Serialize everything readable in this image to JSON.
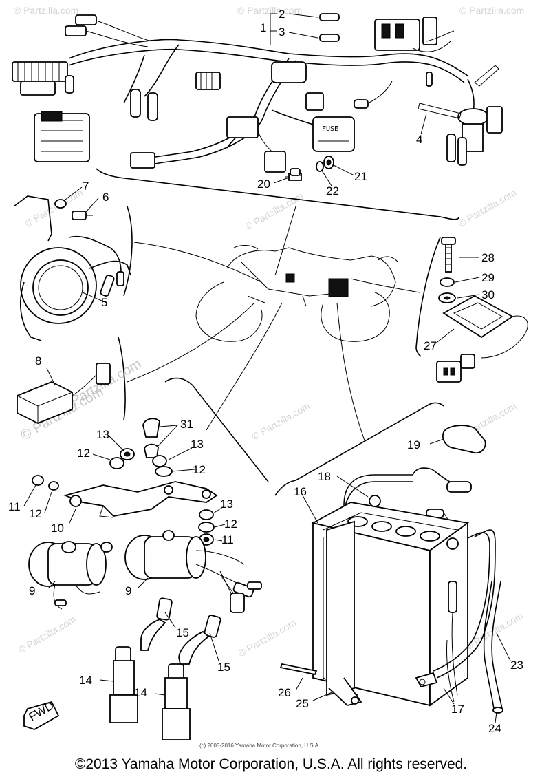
{
  "diagram": {
    "watermarks": [
      "© Partzilla.com",
      "© Partzilla.com",
      "© Partzilla.com",
      "© Partzilla.com",
      "© Partzilla.com",
      "© Partzilla.com",
      "© Partzilla.com",
      "© Partzilla.com",
      "© Partzilla.com",
      "© Partzilla.com",
      "© Partzilla.com",
      "© Partzilla.com",
      "© Partzilla.com"
    ],
    "fuse_box_text": "FUSE",
    "fwd_arrow_text": "FWD",
    "small_copyright": "(c) 2005-2016 Yamaha Motor Corporation, U.S.A.",
    "callouts": [
      {
        "id": "1",
        "text": "1"
      },
      {
        "id": "2",
        "text": "2"
      },
      {
        "id": "3",
        "text": "3"
      },
      {
        "id": "4",
        "text": "4"
      },
      {
        "id": "5",
        "text": "5"
      },
      {
        "id": "6",
        "text": "6"
      },
      {
        "id": "7",
        "text": "7"
      },
      {
        "id": "8",
        "text": "8"
      },
      {
        "id": "9a",
        "text": "9"
      },
      {
        "id": "9b",
        "text": "9"
      },
      {
        "id": "10",
        "text": "10"
      },
      {
        "id": "11a",
        "text": "11"
      },
      {
        "id": "11b",
        "text": "11"
      },
      {
        "id": "12a",
        "text": "12"
      },
      {
        "id": "12b",
        "text": "12"
      },
      {
        "id": "12c",
        "text": "12"
      },
      {
        "id": "12d",
        "text": "12"
      },
      {
        "id": "13a",
        "text": "13"
      },
      {
        "id": "13b",
        "text": "13"
      },
      {
        "id": "13c",
        "text": "13"
      },
      {
        "id": "14a",
        "text": "14"
      },
      {
        "id": "14b",
        "text": "14"
      },
      {
        "id": "15a",
        "text": "15"
      },
      {
        "id": "15b",
        "text": "15"
      },
      {
        "id": "16",
        "text": "16"
      },
      {
        "id": "17",
        "text": "17"
      },
      {
        "id": "18",
        "text": "18"
      },
      {
        "id": "19",
        "text": "19"
      },
      {
        "id": "20",
        "text": "20"
      },
      {
        "id": "21",
        "text": "21"
      },
      {
        "id": "22",
        "text": "22"
      },
      {
        "id": "23",
        "text": "23"
      },
      {
        "id": "24",
        "text": "24"
      },
      {
        "id": "25",
        "text": "25"
      },
      {
        "id": "26",
        "text": "26"
      },
      {
        "id": "27",
        "text": "27"
      },
      {
        "id": "28",
        "text": "28"
      },
      {
        "id": "29",
        "text": "29"
      },
      {
        "id": "30",
        "text": "30"
      },
      {
        "id": "31",
        "text": "31"
      }
    ]
  },
  "footer": {
    "copyright": "©2013 Yamaha Motor Corporation, U.S.A. All rights reserved."
  }
}
